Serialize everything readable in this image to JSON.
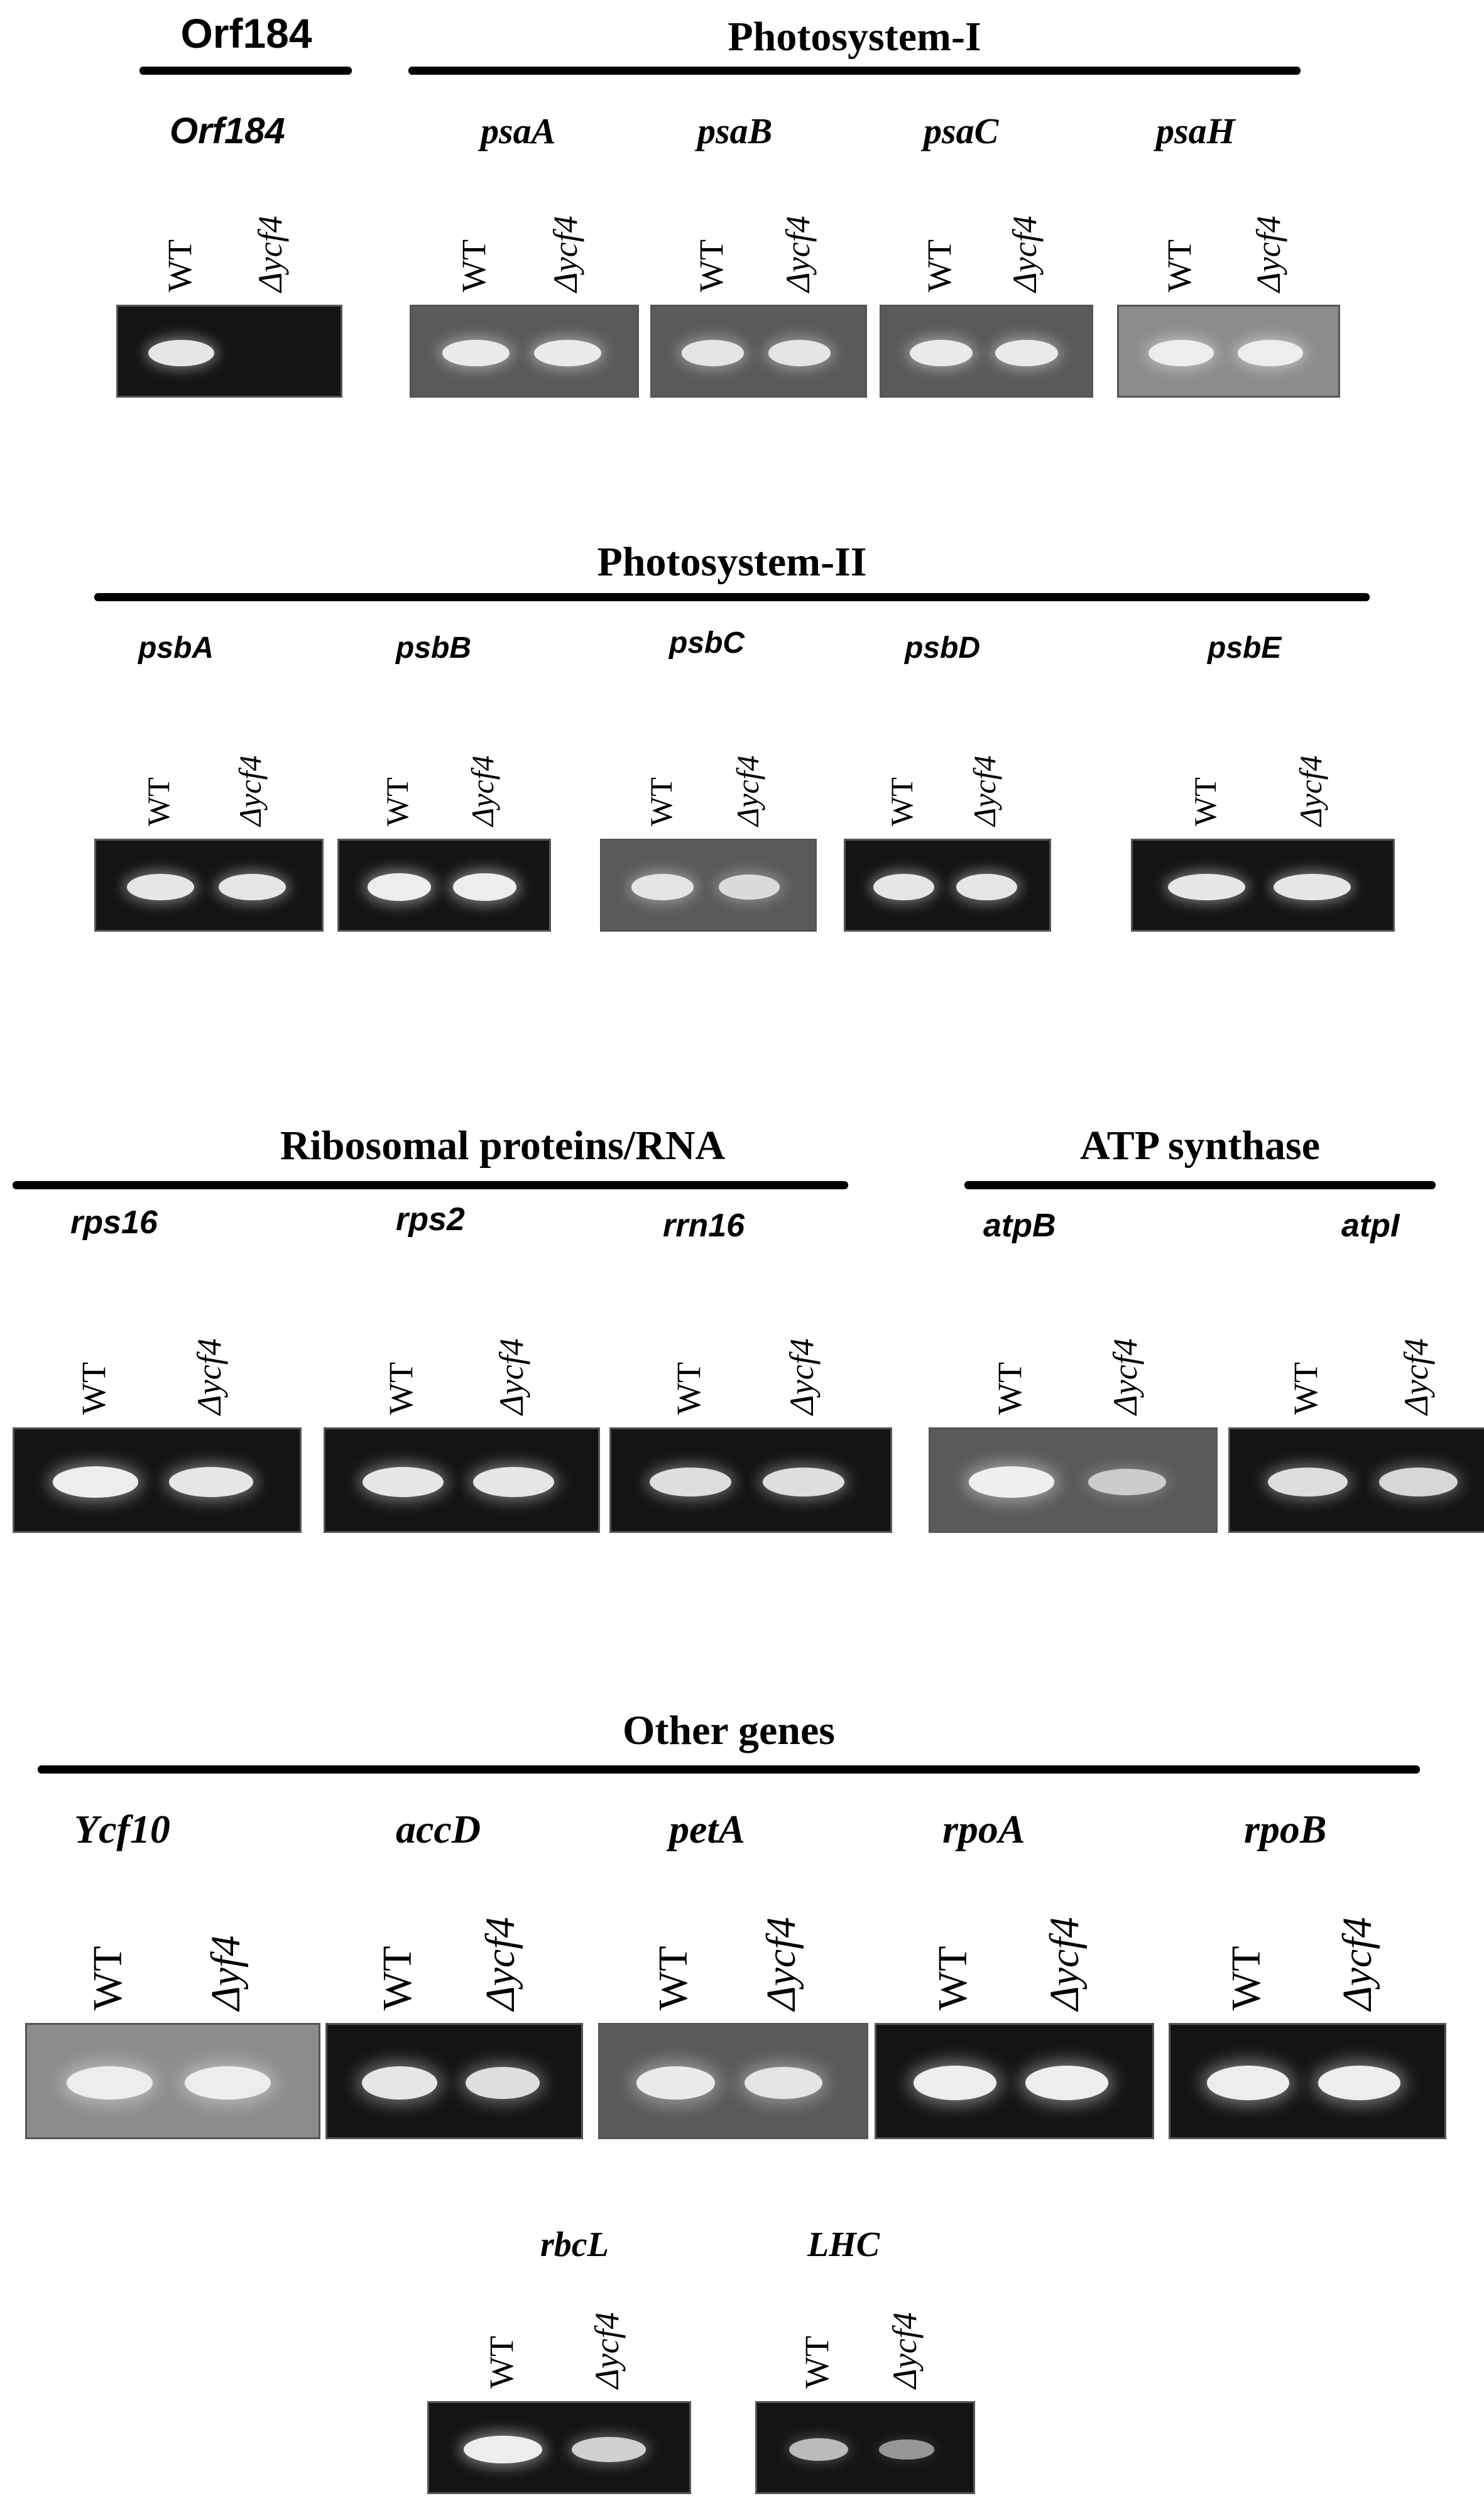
{
  "sections": [
    {
      "title": "Orf184"
    },
    {
      "title": "Photosystem-I"
    },
    {
      "title": "Photosystem-II"
    },
    {
      "title": "Ribosomal proteins/RNA"
    },
    {
      "title": "ATP synthase"
    },
    {
      "title": "Other genes"
    }
  ],
  "lanes": {
    "wt": "WT",
    "mutant": "Δycf4",
    "mutant_ycf10": "Δyf4"
  },
  "genes": [
    {
      "name": "Orf184",
      "wt_band": 0.9,
      "mutant_band": 0.0
    },
    {
      "name": "psaA",
      "wt_band": 0.9,
      "mutant_band": 0.9
    },
    {
      "name": "psaB",
      "wt_band": 0.85,
      "mutant_band": 0.85
    },
    {
      "name": "psaC",
      "wt_band": 0.9,
      "mutant_band": 0.9
    },
    {
      "name": "psaH",
      "wt_band": 0.9,
      "mutant_band": 0.9
    },
    {
      "name": "psbA",
      "wt_band": 0.9,
      "mutant_band": 0.9
    },
    {
      "name": "psbB",
      "wt_band": 0.95,
      "mutant_band": 0.95
    },
    {
      "name": "psbC",
      "wt_band": 0.85,
      "mutant_band": 0.75
    },
    {
      "name": "psbD",
      "wt_band": 0.9,
      "mutant_band": 0.9
    },
    {
      "name": "psbE",
      "wt_band": 0.9,
      "mutant_band": 0.9
    },
    {
      "name": "rps16",
      "wt_band": 0.95,
      "mutant_band": 0.9
    },
    {
      "name": "rps2",
      "wt_band": 0.9,
      "mutant_band": 0.9
    },
    {
      "name": "rrn16",
      "wt_band": 0.85,
      "mutant_band": 0.85
    },
    {
      "name": "atpB",
      "wt_band": 0.95,
      "mutant_band": 0.6
    },
    {
      "name": "atpI",
      "wt_band": 0.85,
      "mutant_band": 0.8
    },
    {
      "name": "Ycf10",
      "wt_band": 0.9,
      "mutant_band": 0.9
    },
    {
      "name": "accD",
      "wt_band": 0.9,
      "mutant_band": 0.85
    },
    {
      "name": "petA",
      "wt_band": 0.9,
      "mutant_band": 0.85
    },
    {
      "name": "rpoA",
      "wt_band": 0.95,
      "mutant_band": 0.95
    },
    {
      "name": "rpoB",
      "wt_band": 0.95,
      "mutant_band": 0.95
    },
    {
      "name": "rbcL",
      "wt_band": 0.95,
      "mutant_band": 0.75
    },
    {
      "name": "LHC",
      "wt_band": 0.6,
      "mutant_band": 0.35
    }
  ],
  "colors": {
    "gel_dark": "#141414",
    "gel_gray": "#5a5a5a",
    "gel_light_gray": "#8c8c8c",
    "band": "#f4f4f4"
  }
}
